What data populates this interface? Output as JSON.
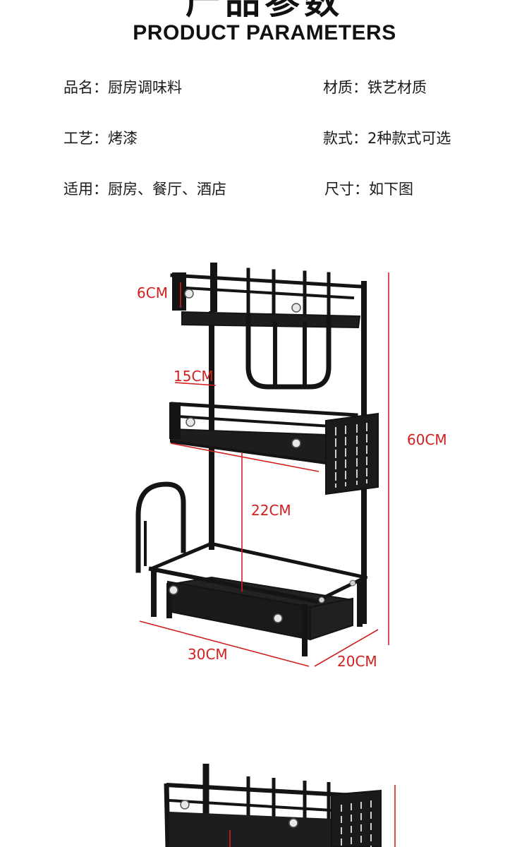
{
  "header": {
    "title_cn": "产品参数",
    "title_en": "PRODUCT PARAMETERS"
  },
  "params": [
    {
      "label": "品名",
      "value": "厨房调味料"
    },
    {
      "label": "材质",
      "value": "铁艺材质"
    },
    {
      "label": "工艺",
      "value": "烤漆"
    },
    {
      "label": "款式",
      "value": "2种款式可选"
    },
    {
      "label": "适用",
      "value": "厨房、餐厅、酒店"
    },
    {
      "label": "尺寸",
      "value": "如下图"
    }
  ],
  "dimensions": {
    "shelf_height": "6CM",
    "shelf_depth": "15CM",
    "shelf_gap": "22CM",
    "total_height": "60CM",
    "width": "30CM",
    "depth": "20CM"
  },
  "colors": {
    "dimension_line": "#d1201f",
    "rack": "#141414",
    "text": "#1a1a1a"
  }
}
